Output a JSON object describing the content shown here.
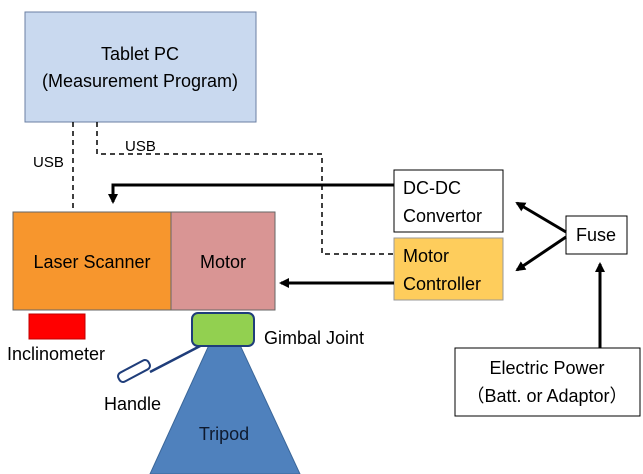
{
  "tablet": {
    "line1": "Tablet PC",
    "line2": "(Measurement Program)"
  },
  "usb_left": "USB",
  "usb_right": "USB",
  "laser_scanner": "Laser Scanner",
  "motor": "Motor",
  "dcdc": {
    "line1": "DC-DC",
    "line2": "Convertor"
  },
  "motor_controller": {
    "line1": "Motor",
    "line2": "Controller"
  },
  "fuse": "Fuse",
  "electric_power": {
    "line1": "Electric Power",
    "line2": "（Batt. or Adaptor）"
  },
  "inclinometer": "Inclinometer",
  "gimbal_joint": "Gimbal Joint",
  "handle": "Handle",
  "tripod": "Tripod",
  "colors": {
    "tablet_fill": "#c9d9ef",
    "laser_fill": "#f7962d",
    "motor_fill": "#d99594",
    "controller_fill": "#fecd5c",
    "gimbal_fill": "#92d050",
    "inclinometer_fill": "#ff0000",
    "tripod_fill": "#4f81bd",
    "handle_color": "#1f3d7a"
  }
}
